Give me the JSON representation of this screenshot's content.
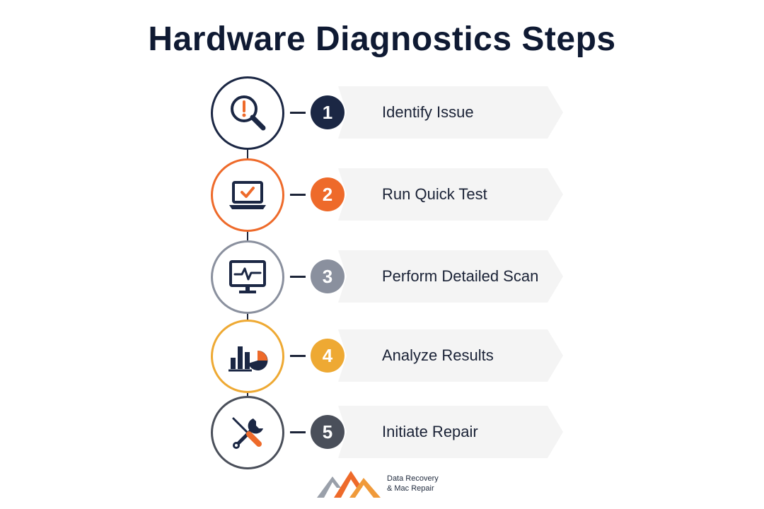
{
  "title": "Hardware Diagnostics Steps",
  "steps": [
    {
      "number": "1",
      "label": "Identify Issue",
      "icon": "magnifier-alert-icon",
      "color": "#1b2744"
    },
    {
      "number": "2",
      "label": "Run Quick Test",
      "icon": "laptop-check-icon",
      "color": "#ee6a2a"
    },
    {
      "number": "3",
      "label": "Perform Detailed Scan",
      "icon": "monitor-pulse-icon",
      "color": "#8a909e"
    },
    {
      "number": "4",
      "label": "Analyze Results",
      "icon": "chart-pie-icon",
      "color": "#eea933"
    },
    {
      "number": "5",
      "label": "Initiate Repair",
      "icon": "wrench-screwdriver-icon",
      "color": "#4a4f5a"
    }
  ],
  "logo": {
    "line1": "Data Recovery",
    "line2": "& Mac Repair",
    "icon": "mountain-peaks-logo"
  },
  "colors": {
    "navy": "#1b2744",
    "orange": "#ee6a2a",
    "gray": "#8a909e",
    "amber": "#eea933",
    "charcoal": "#4a4f5a",
    "banner": "#f4f4f4"
  }
}
